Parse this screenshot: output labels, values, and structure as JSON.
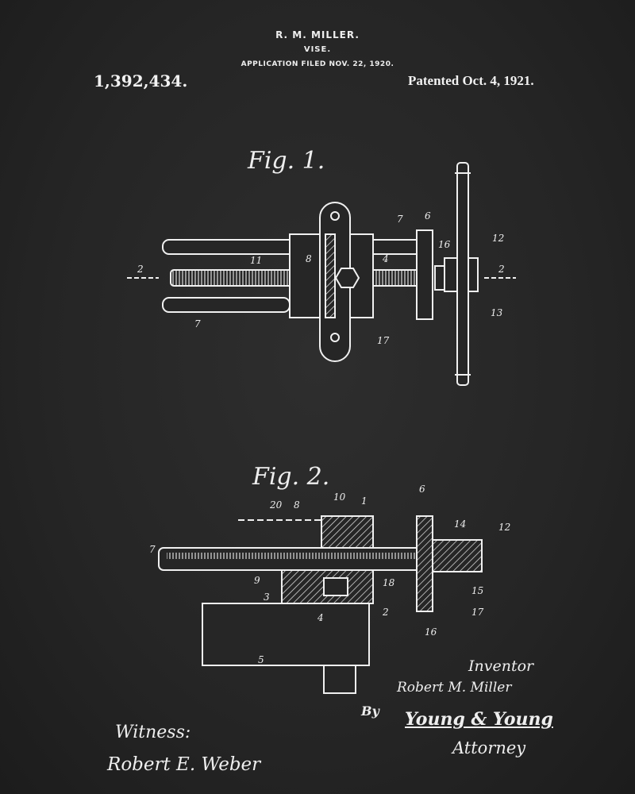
{
  "header": {
    "inventor": "R. M. MILLER.",
    "title": "VISE.",
    "application": "APPLICATION FILED NOV. 22, 1920.",
    "patent_number": "1,392,434.",
    "patent_date": "Patented Oct. 4, 1921."
  },
  "fig1": {
    "label": "Fig. 1.",
    "numerals": [
      "7",
      "6",
      "16",
      "12",
      "8",
      "4",
      "11",
      "2",
      "2",
      "7",
      "13",
      "17"
    ]
  },
  "fig2": {
    "label": "Fig. 2.",
    "numerals": [
      "20",
      "8",
      "10",
      "1",
      "6",
      "14",
      "12",
      "7",
      "9",
      "3",
      "4",
      "18",
      "2",
      "15",
      "17",
      "16",
      "5"
    ]
  },
  "signatures": {
    "inventor_heading": "Inventor",
    "inventor_name": "Robert M. Miller",
    "by": "By",
    "attorney_name": "Young & Young",
    "attorney_heading": "Attorney",
    "witness_heading": "Witness:",
    "witness_name": "Robert E. Weber"
  },
  "colors": {
    "background": "#262626",
    "ink": "#f0f0f0"
  }
}
